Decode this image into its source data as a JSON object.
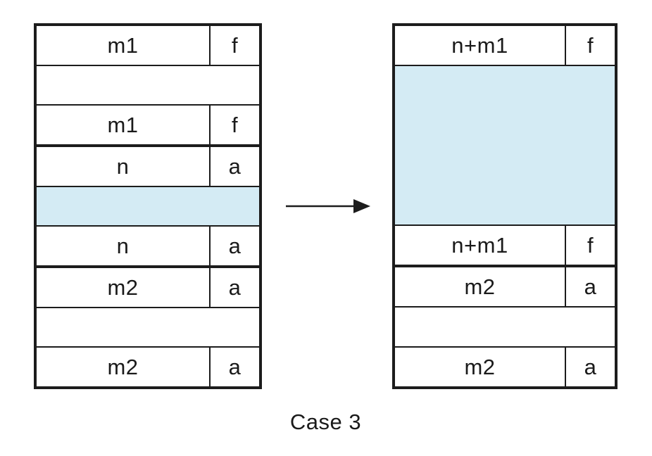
{
  "figure": {
    "caption": "Case 3",
    "arrow_icon": "right-arrow",
    "colors": {
      "free_fill": "#d4ebf4",
      "line": "#1c1c1c",
      "text": "#1a1a1a"
    },
    "before": {
      "rows": [
        {
          "label": "m1",
          "tag": "f"
        },
        {
          "label": ""
        },
        {
          "label": "m1",
          "tag": "f"
        },
        {
          "label": "n",
          "tag": "a"
        },
        {
          "label": ""
        },
        {
          "label": "n",
          "tag": "a"
        },
        {
          "label": "m2",
          "tag": "a"
        },
        {
          "label": ""
        },
        {
          "label": "m2",
          "tag": "a"
        }
      ]
    },
    "after": {
      "rows": [
        {
          "label": "n+m1",
          "tag": "f"
        },
        {
          "label": ""
        },
        {
          "label": "n+m1",
          "tag": "f"
        },
        {
          "label": "m2",
          "tag": "a"
        },
        {
          "label": ""
        },
        {
          "label": "m2",
          "tag": "a"
        }
      ]
    }
  }
}
